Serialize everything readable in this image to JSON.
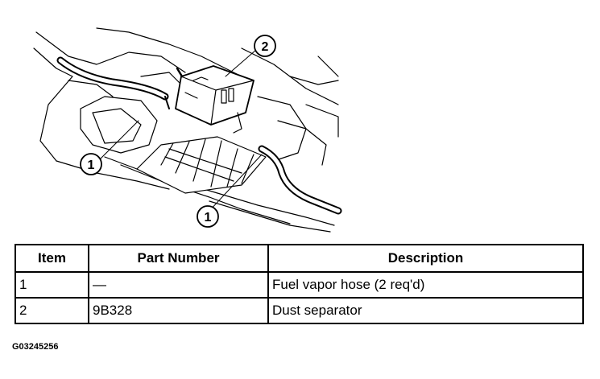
{
  "callouts": [
    {
      "label": "2"
    },
    {
      "label": "1"
    },
    {
      "label": "1"
    }
  ],
  "table": {
    "headers": [
      "Item",
      "Part Number",
      "Description"
    ],
    "rows": [
      [
        "1",
        "—",
        "Fuel vapor hose (2 req'd)"
      ],
      [
        "2",
        "9B328",
        "Dust separator"
      ]
    ]
  },
  "figure_code": "G03245256"
}
